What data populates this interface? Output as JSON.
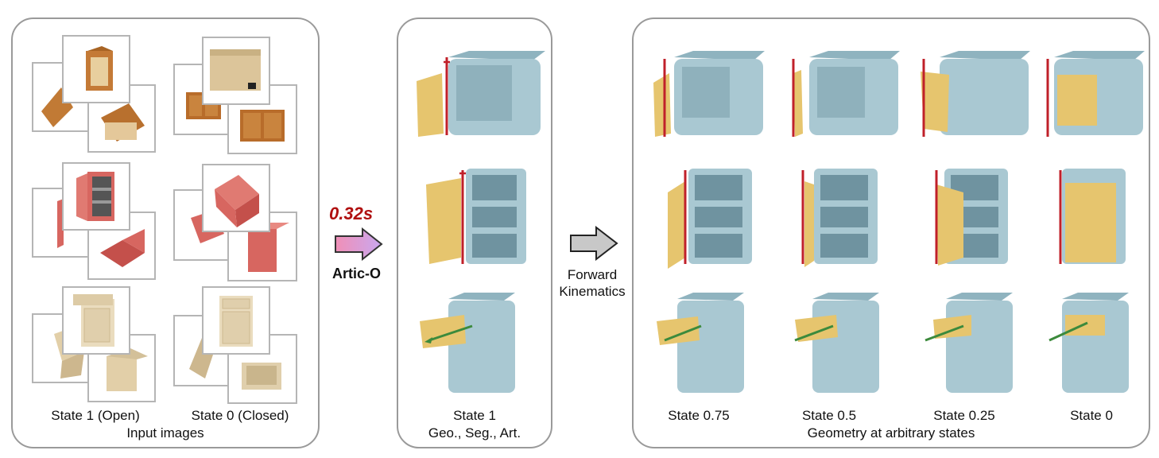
{
  "input_panel": {
    "column_labels": [
      "State 1 (Open)",
      "State 0 (Closed)"
    ],
    "caption": "Input images"
  },
  "method": {
    "time": "0.32s",
    "name": "Artic-O"
  },
  "output_panel": {
    "state_label": "State 1",
    "caption": "Geo., Seg., Art."
  },
  "fk": {
    "line1": "Forward",
    "line2": "Kinematics"
  },
  "states_panel": {
    "state_labels": [
      "State 0.75",
      "State 0.5",
      "State 0.25",
      "State 0"
    ],
    "caption": "Geometry at arbitrary states"
  },
  "colors": {
    "body": "#a9c8d2",
    "part": "#e6c56e",
    "axis_revolute": "#c0202a",
    "axis_prismatic": "#3c8a3c",
    "cabinet_wood": "#b8702e",
    "cabinet_red": "#d76660",
    "cabinet_cream": "#e6d6b6"
  }
}
